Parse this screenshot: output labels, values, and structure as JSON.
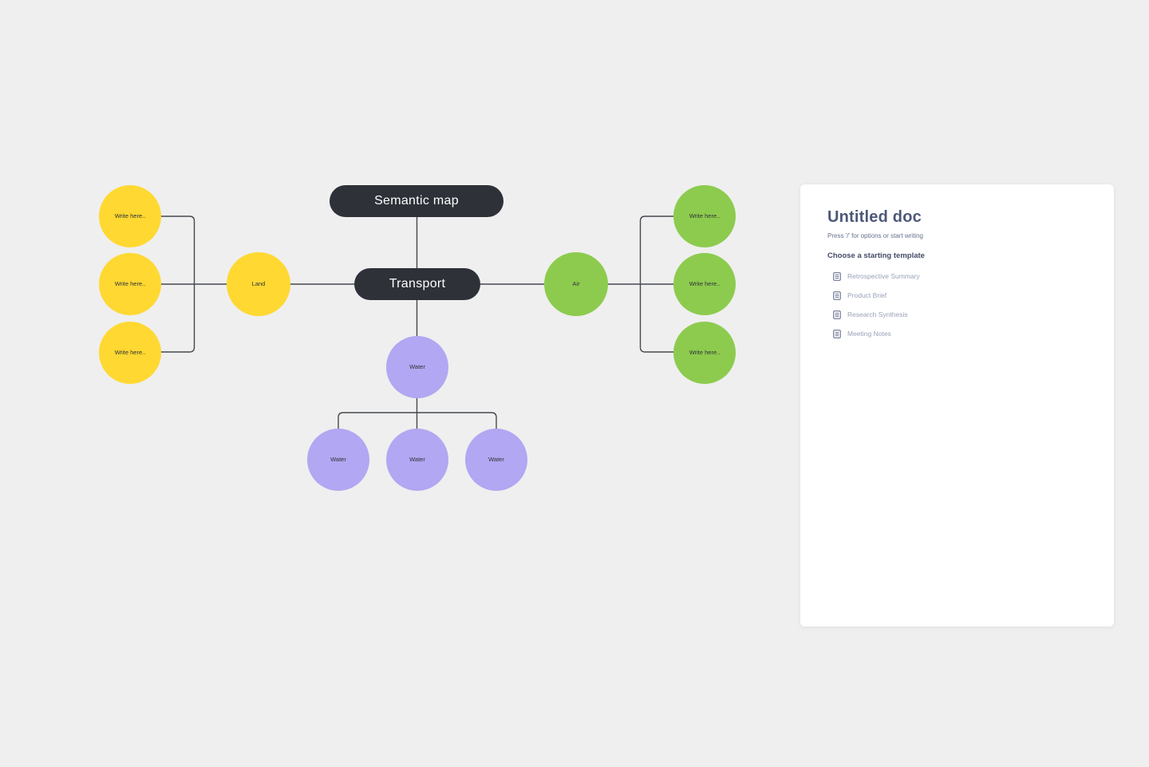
{
  "colors": {
    "background": "#EFEFEF",
    "node_dark": "#2E3138",
    "node_yellow": "#FFD832",
    "node_green": "#8DCB4E",
    "node_purple": "#B1A7F2",
    "connector": "#45484E",
    "card_background": "#FFFFFF",
    "doc_title_color": "#4D5878",
    "doc_muted_color": "#9AA2B8"
  },
  "canvas": {
    "root": {
      "label": "Semantic map"
    },
    "hub": {
      "label": "Transport"
    },
    "land": {
      "label": "Land",
      "children": [
        {
          "label": "Write here.."
        },
        {
          "label": "Write here.."
        },
        {
          "label": "Write here.."
        }
      ]
    },
    "air": {
      "label": "Air",
      "children": [
        {
          "label": "Write here.."
        },
        {
          "label": "Write here.."
        },
        {
          "label": "Write here.."
        }
      ]
    },
    "water": {
      "label": "Water",
      "children": [
        {
          "label": "Water"
        },
        {
          "label": "Water"
        },
        {
          "label": "Water"
        }
      ]
    }
  },
  "doc": {
    "title": "Untitled doc",
    "placeholder": "Press '/' for options or start writing",
    "templates_heading": "Choose a starting template",
    "templates": [
      {
        "label": "Retrospective Summary",
        "icon": "document-lines-icon"
      },
      {
        "label": "Product Brief",
        "icon": "document-lines-icon"
      },
      {
        "label": "Research Synthesis",
        "icon": "document-lines-icon"
      },
      {
        "label": "Meeting Notes",
        "icon": "document-lines-icon"
      }
    ]
  }
}
